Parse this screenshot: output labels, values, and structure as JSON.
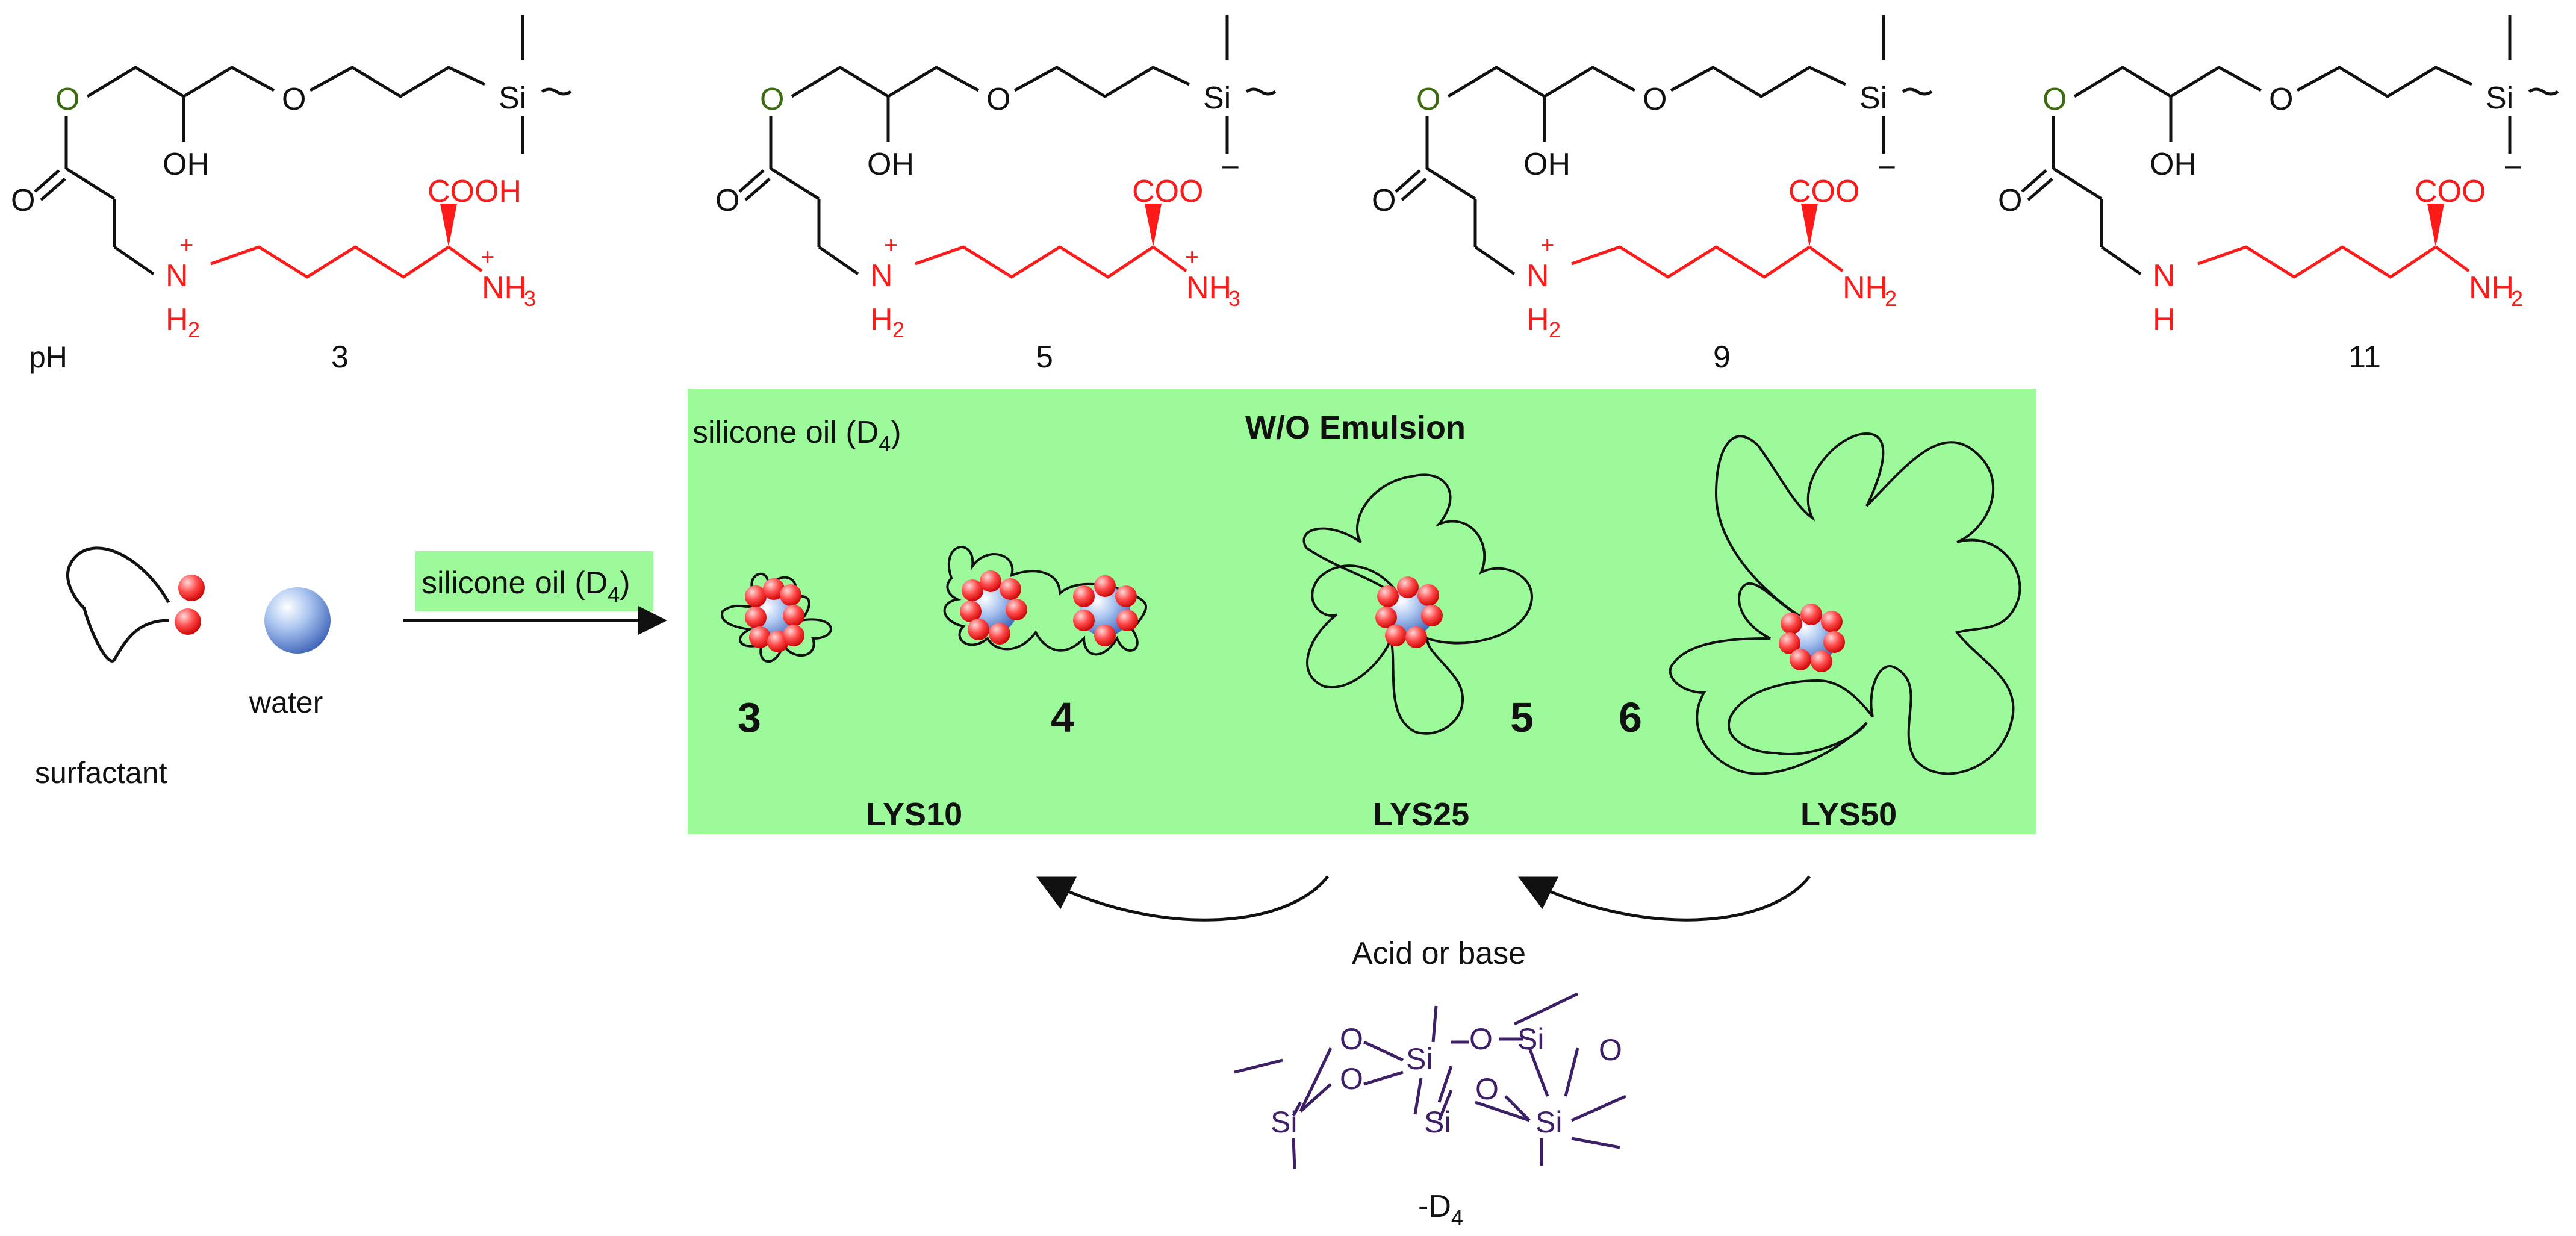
{
  "colors": {
    "amine_chain": "#ff1a1a",
    "ester_oxygen": "#3a6b0e",
    "d4_ring": "#3c1f66",
    "emulsion_panel": "#9cfa9a",
    "droplet_red": "#ff1a1a",
    "droplet_blue": "#6f9be6"
  },
  "structures": {
    "ph_label": "pH",
    "ester_o": "O",
    "carbonyl_o": "O",
    "ether_o": "O",
    "hydroxyl": "OH",
    "silicon": "Si",
    "plus": "+",
    "minus": "–",
    "items": [
      {
        "ph": "3",
        "amine_top": "N",
        "amine_bottom": "H",
        "amine_sub": "2",
        "acid": "COOH",
        "alpha_amine": "NH",
        "alpha_sub": "3"
      },
      {
        "ph": "5",
        "amine_top": "N",
        "amine_bottom": "H",
        "amine_sub": "2",
        "acid": "COO",
        "alpha_amine": "NH",
        "alpha_sub": "3"
      },
      {
        "ph": "9",
        "amine_top": "N",
        "amine_bottom": "H",
        "amine_sub": "2",
        "acid": "COO",
        "alpha_amine": "NH",
        "alpha_sub": "2"
      },
      {
        "ph": "11",
        "amine_top": "N",
        "amine_bottom": "H",
        "amine_sub": "",
        "acid": "COO",
        "alpha_amine": "NH",
        "alpha_sub": "2"
      }
    ]
  },
  "left_scheme": {
    "surfactant_label": "surfactant",
    "water_label": "water",
    "arrow_label": "silicone oil (D",
    "arrow_label_sub": "4",
    "arrow_label_end": ")"
  },
  "emulsion": {
    "oil_label": "silicone oil (D",
    "oil_label_sub": "4",
    "oil_label_end": ")",
    "title": "W/O Emulsion",
    "numbers": [
      "3",
      "4",
      "5",
      "6"
    ],
    "lys_labels": [
      "LYS10",
      "LYS25",
      "LYS50"
    ]
  },
  "bottom": {
    "acid_base": "Acid or base",
    "si": "Si",
    "o": "O",
    "minus_d4": "-D",
    "minus_d4_sub": "4"
  }
}
